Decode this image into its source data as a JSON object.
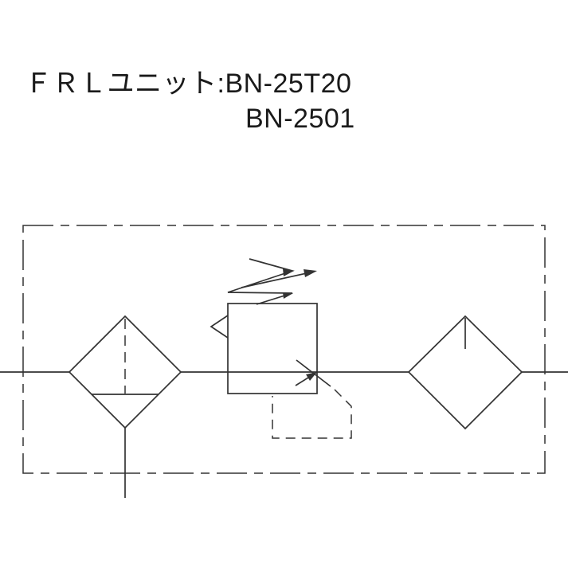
{
  "title": {
    "line1": "ＦＲＬユニット:BN-25T20",
    "line2": "BN-2501"
  },
  "colors": {
    "line": "#333333",
    "text": "#1a1a1a",
    "background": "#ffffff"
  },
  "diagram": {
    "type": "pneumatic-circuit-schematic",
    "description": "FRL unit (filter, regulator, lubricator) enclosed in a chain-line assembly boundary with a main air line passing left to right",
    "components": [
      {
        "id": "air-filter",
        "symbol": "diamond with dashed center line, sump line and bottom drain"
      },
      {
        "id": "pressure-regulator",
        "symbol": "square body with adjustable spring arrow on top, relief triangle on left, flow arrow and dashed pilot feedback loop"
      },
      {
        "id": "lubricator",
        "symbol": "diamond with top drip line"
      }
    ]
  }
}
